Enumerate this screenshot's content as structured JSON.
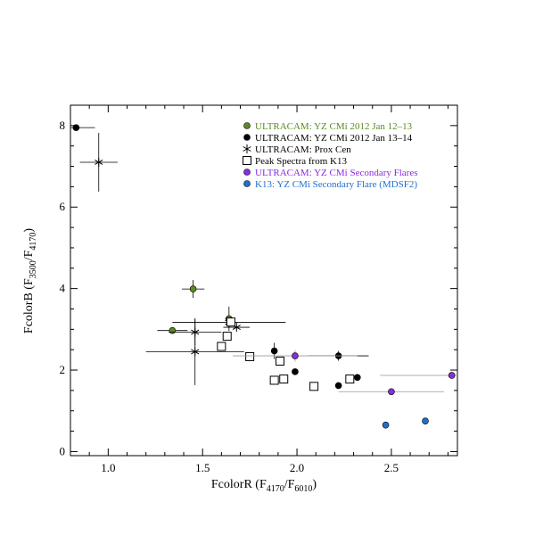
{
  "chart_data": {
    "type": "scatter",
    "title": "",
    "xlabel": {
      "main": "FcolorR (F",
      "sub1": "4170",
      "mid": "/F",
      "sub2": "6010",
      "end": ")"
    },
    "ylabel": {
      "main": "FcolorB (F",
      "sub1": "3500",
      "mid": "/F",
      "sub2": "4170",
      "end": ")"
    },
    "xlim": [
      0.8,
      2.85
    ],
    "ylim": [
      -0.1,
      8.5
    ],
    "xticks": [
      1.0,
      1.5,
      2.0,
      2.5
    ],
    "xtick_labels": [
      "1.0",
      "1.5",
      "2.0",
      "2.5"
    ],
    "yticks": [
      0,
      2,
      4,
      6,
      8
    ],
    "ytick_labels": [
      "0",
      "2",
      "4",
      "6",
      "8"
    ],
    "legend_position": "top-right",
    "grid": false,
    "series": [
      {
        "name": "ULTRACAM: YZ CMi 2012 Jan 12–13",
        "marker": "circle",
        "color": "#5b8a1e",
        "text_color": "#5b8a1e",
        "points": [
          {
            "x": 1.45,
            "y": 3.99,
            "xerr": 0.06,
            "yerr": 0.22
          },
          {
            "x": 1.34,
            "y": 2.97,
            "xerr": 0.08,
            "yerr": 0
          },
          {
            "x": 1.64,
            "y": 3.26,
            "xerr": 0.02,
            "yerr": 0.3
          }
        ]
      },
      {
        "name": "ULTRACAM: YZ CMi 2012 Jan 13–14",
        "marker": "circle",
        "color": "#000000",
        "text_color": "#000000",
        "points": [
          {
            "x": 0.83,
            "y": 7.95,
            "xerr": 0.1,
            "yerr": 0
          },
          {
            "x": 1.88,
            "y": 2.47,
            "xerr": 0,
            "yerr": 0.2
          },
          {
            "x": 2.22,
            "y": 2.35,
            "xerr": 0.16,
            "yerr": 0.12
          },
          {
            "x": 1.99,
            "y": 1.96,
            "xerr": 0,
            "yerr": 0.08
          },
          {
            "x": 2.32,
            "y": 1.82,
            "xerr": 0,
            "yerr": 0
          },
          {
            "x": 2.22,
            "y": 1.62,
            "xerr": 0,
            "yerr": 0
          }
        ]
      },
      {
        "name": "ULTRACAM: Prox Cen",
        "marker": "asterisk",
        "color": "#000000",
        "text_color": "#000000",
        "points": [
          {
            "x": 0.95,
            "y": 7.1,
            "xerr": 0.1,
            "yerr": 0.72
          },
          {
            "x": 1.46,
            "y": 2.93,
            "xerr": 0.14,
            "yerr": 0.33
          },
          {
            "x": 1.46,
            "y": 2.45,
            "xerr": 0.26,
            "yerr": 0.82
          },
          {
            "x": 1.64,
            "y": 3.17,
            "xerr": 0.3,
            "yerr": 0.12
          },
          {
            "x": 1.68,
            "y": 3.05,
            "xerr": 0.07,
            "yerr": 0
          }
        ]
      },
      {
        "name": "Peak Spectra from K13",
        "marker": "open-square",
        "color": "#000000",
        "text_color": "#000000",
        "points": [
          {
            "x": 1.63,
            "y": 2.83
          },
          {
            "x": 1.65,
            "y": 3.18
          },
          {
            "x": 1.6,
            "y": 2.58
          },
          {
            "x": 1.75,
            "y": 2.33
          },
          {
            "x": 1.91,
            "y": 2.22
          },
          {
            "x": 1.88,
            "y": 1.75
          },
          {
            "x": 1.93,
            "y": 1.78
          },
          {
            "x": 2.09,
            "y": 1.6
          },
          {
            "x": 2.28,
            "y": 1.78
          }
        ]
      },
      {
        "name": "ULTRACAM: YZ CMi Secondary Flares",
        "marker": "circle",
        "color": "#8a2be2",
        "text_color": "#8a2be2",
        "points": [
          {
            "x": 1.99,
            "y": 2.35,
            "xerr": 0.33,
            "yerr": 0.14,
            "bar_color": "#999999"
          },
          {
            "x": 2.5,
            "y": 1.47,
            "xerr": 0.28,
            "yerr": 0,
            "bar_color": "#999999"
          },
          {
            "x": 2.82,
            "y": 1.87,
            "xerr": 0.38,
            "yerr": 0,
            "bar_color": "#999999"
          }
        ]
      },
      {
        "name": "K13: YZ CMi Secondary Flare (MDSF2)",
        "marker": "circle",
        "color": "#1e6fd0",
        "text_color": "#1e6fd0",
        "points": [
          {
            "x": 2.47,
            "y": 0.65
          },
          {
            "x": 2.68,
            "y": 0.75
          }
        ]
      }
    ]
  }
}
